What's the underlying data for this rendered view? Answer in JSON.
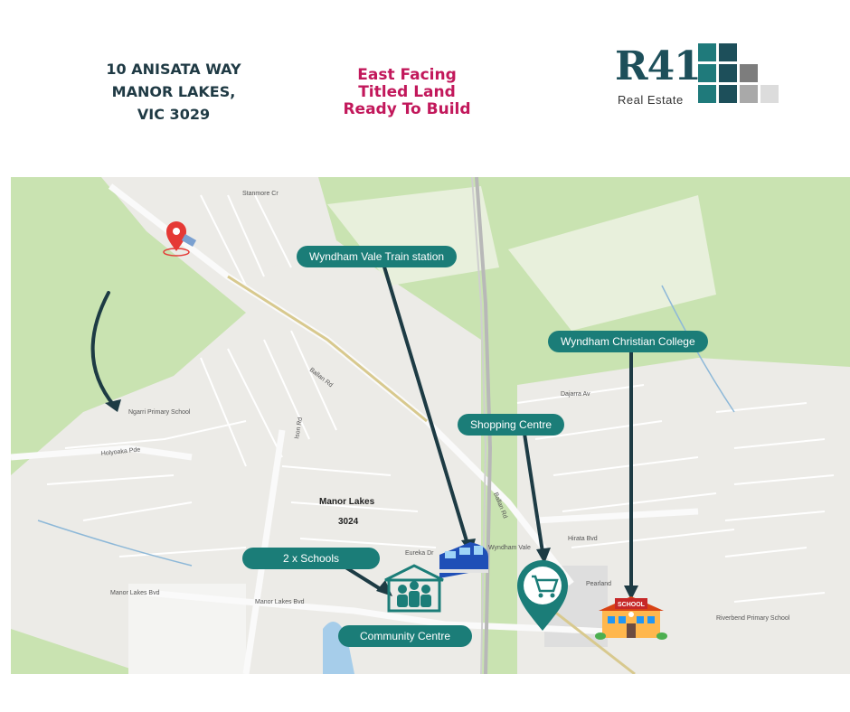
{
  "address": {
    "line1": "10 ANISATA WAY",
    "line2": "MANOR LAKES,",
    "line3": "VIC 3029"
  },
  "tagline": {
    "line1": "East Facing",
    "line2": "Titled Land",
    "line3": "Ready To Build"
  },
  "logo": {
    "mark": "R41",
    "subtitle": "Real Estate"
  },
  "callouts": {
    "train": "Wyndham Vale Train station",
    "college": "Wyndham Christian College",
    "shopping": "Shopping Centre",
    "schools": "2 x Schools",
    "community": "Community Centre"
  },
  "map_labels": {
    "suburb": "Manor Lakes",
    "postcode": "3024",
    "ballan_rd": "Ballan Rd",
    "ballan_rd2": "Ballan Rd",
    "holyoaka": "Holyoaka Pde",
    "manor_lakes_blvd": "Manor Lakes Bvd",
    "manor_lakes_blvd2": "Manor Lakes Bvd",
    "ison_rd": "Ison Rd",
    "eureka_dr": "Eureka Dr",
    "hirata_bvd": "Hirata Bvd",
    "wyndham_vale": "Wyndham Vale",
    "stanmore": "Stanmore Cr",
    "ngarri": "Ngarri Primary School",
    "riverbend": "Riverbend Primary School",
    "dajarra": "Dajarra Av",
    "pearland": "Pearland"
  },
  "school_sign": "SCHOOL",
  "colors": {
    "teal": "#1b7d78",
    "brand_dark": "#1d4f5a",
    "accent_red": "#c2185b",
    "map_green": "#c9e3b1",
    "map_land": "#eeeeea",
    "arrow": "#1d3b44"
  },
  "icons": [
    "location-pin-icon",
    "train-icon",
    "shopping-cart-pin-icon",
    "school-building-icon",
    "community-people-icon"
  ]
}
